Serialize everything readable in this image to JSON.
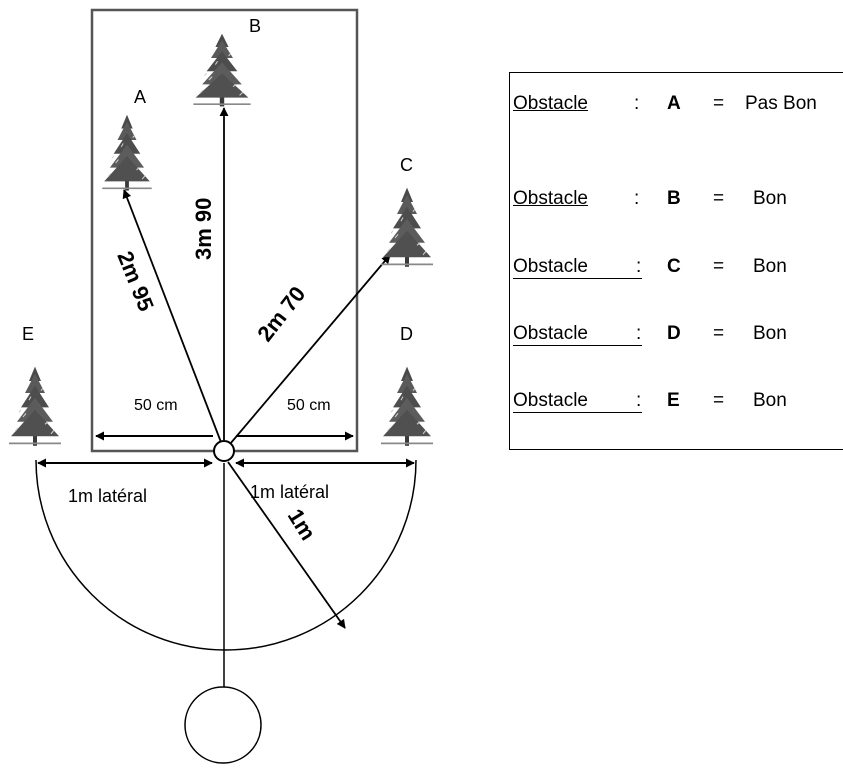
{
  "points": [
    {
      "id": "A",
      "label": "A"
    },
    {
      "id": "B",
      "label": "B"
    },
    {
      "id": "C",
      "label": "C"
    },
    {
      "id": "D",
      "label": "D"
    },
    {
      "id": "E",
      "label": "E"
    }
  ],
  "measurements": {
    "to_a": "2m 95",
    "to_b": "3m 90",
    "to_c": "2m 70",
    "radius": "1m",
    "half_width_left": "50 cm",
    "half_width_right": "50 cm",
    "lateral_left": "1m latéral",
    "lateral_right": "1m latéral"
  },
  "legend": {
    "rows": [
      {
        "word": "Obstacle",
        "colon": ":",
        "letter": "A",
        "eq": "=",
        "status": "Pas Bon"
      },
      {
        "word": "Obstacle",
        "colon": ":",
        "letter": "B",
        "eq": "=",
        "status": "Bon"
      },
      {
        "word": "Obstacle",
        "colon": ":",
        "letter": "C",
        "eq": "=",
        "status": "Bon"
      },
      {
        "word": "Obstacle",
        "colon": ":",
        "letter": "D",
        "eq": "=",
        "status": "Bon"
      },
      {
        "word": "Obstacle",
        "colon": ":",
        "letter": "E",
        "eq": "=",
        "status": "Bon"
      }
    ]
  }
}
